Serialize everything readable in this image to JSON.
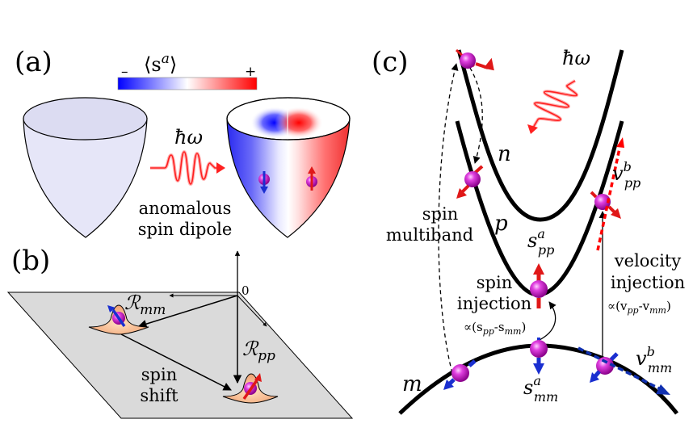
{
  "panels": {
    "a": "(a)",
    "b": "(b)",
    "c": "(c)"
  },
  "colorbar": {
    "label": "⟨s",
    "label_sup": "a",
    "label_close": "⟩",
    "minus": "–",
    "plus": "+",
    "colors": [
      "#0000ff",
      "#ffffff",
      "#ff0000"
    ]
  },
  "panel_a": {
    "photon": "ħω",
    "line1": "anomalous",
    "line2": "spin dipole"
  },
  "panel_b": {
    "origin": "0",
    "r_mm": "ℛ",
    "r_mm_sub": "mm",
    "r_pp": "ℛ",
    "r_pp_sub": "pp",
    "shift1": "spin",
    "shift2": "shift"
  },
  "panel_c": {
    "photon": "ħω",
    "band_n": "n",
    "band_p": "p",
    "band_m": "m",
    "multiband1": "spin",
    "multiband2": "multiband",
    "s_pp": "s",
    "s_pp_sup": "a",
    "s_pp_sub": "pp",
    "v_pp": "v",
    "v_pp_sup": "b",
    "v_pp_sub": "pp",
    "s_mm": "s",
    "s_mm_sup": "a",
    "s_mm_sub": "mm",
    "v_mm": "v",
    "v_mm_sup": "b",
    "v_mm_sub": "mm",
    "spin_inj1": "spin",
    "spin_inj2": "injection",
    "spin_formula": "∝(s",
    "spin_f_sub1": "pp",
    "spin_f_mid": "-s",
    "spin_f_sub2": "mm",
    "spin_f_end": ")",
    "vel_inj1": "velocity",
    "vel_inj2": "injection",
    "vel_formula": "∝(v",
    "vel_f_sub1": "pp",
    "vel_f_mid": "-v",
    "vel_f_sub2": "mm",
    "vel_f_end": ")"
  }
}
